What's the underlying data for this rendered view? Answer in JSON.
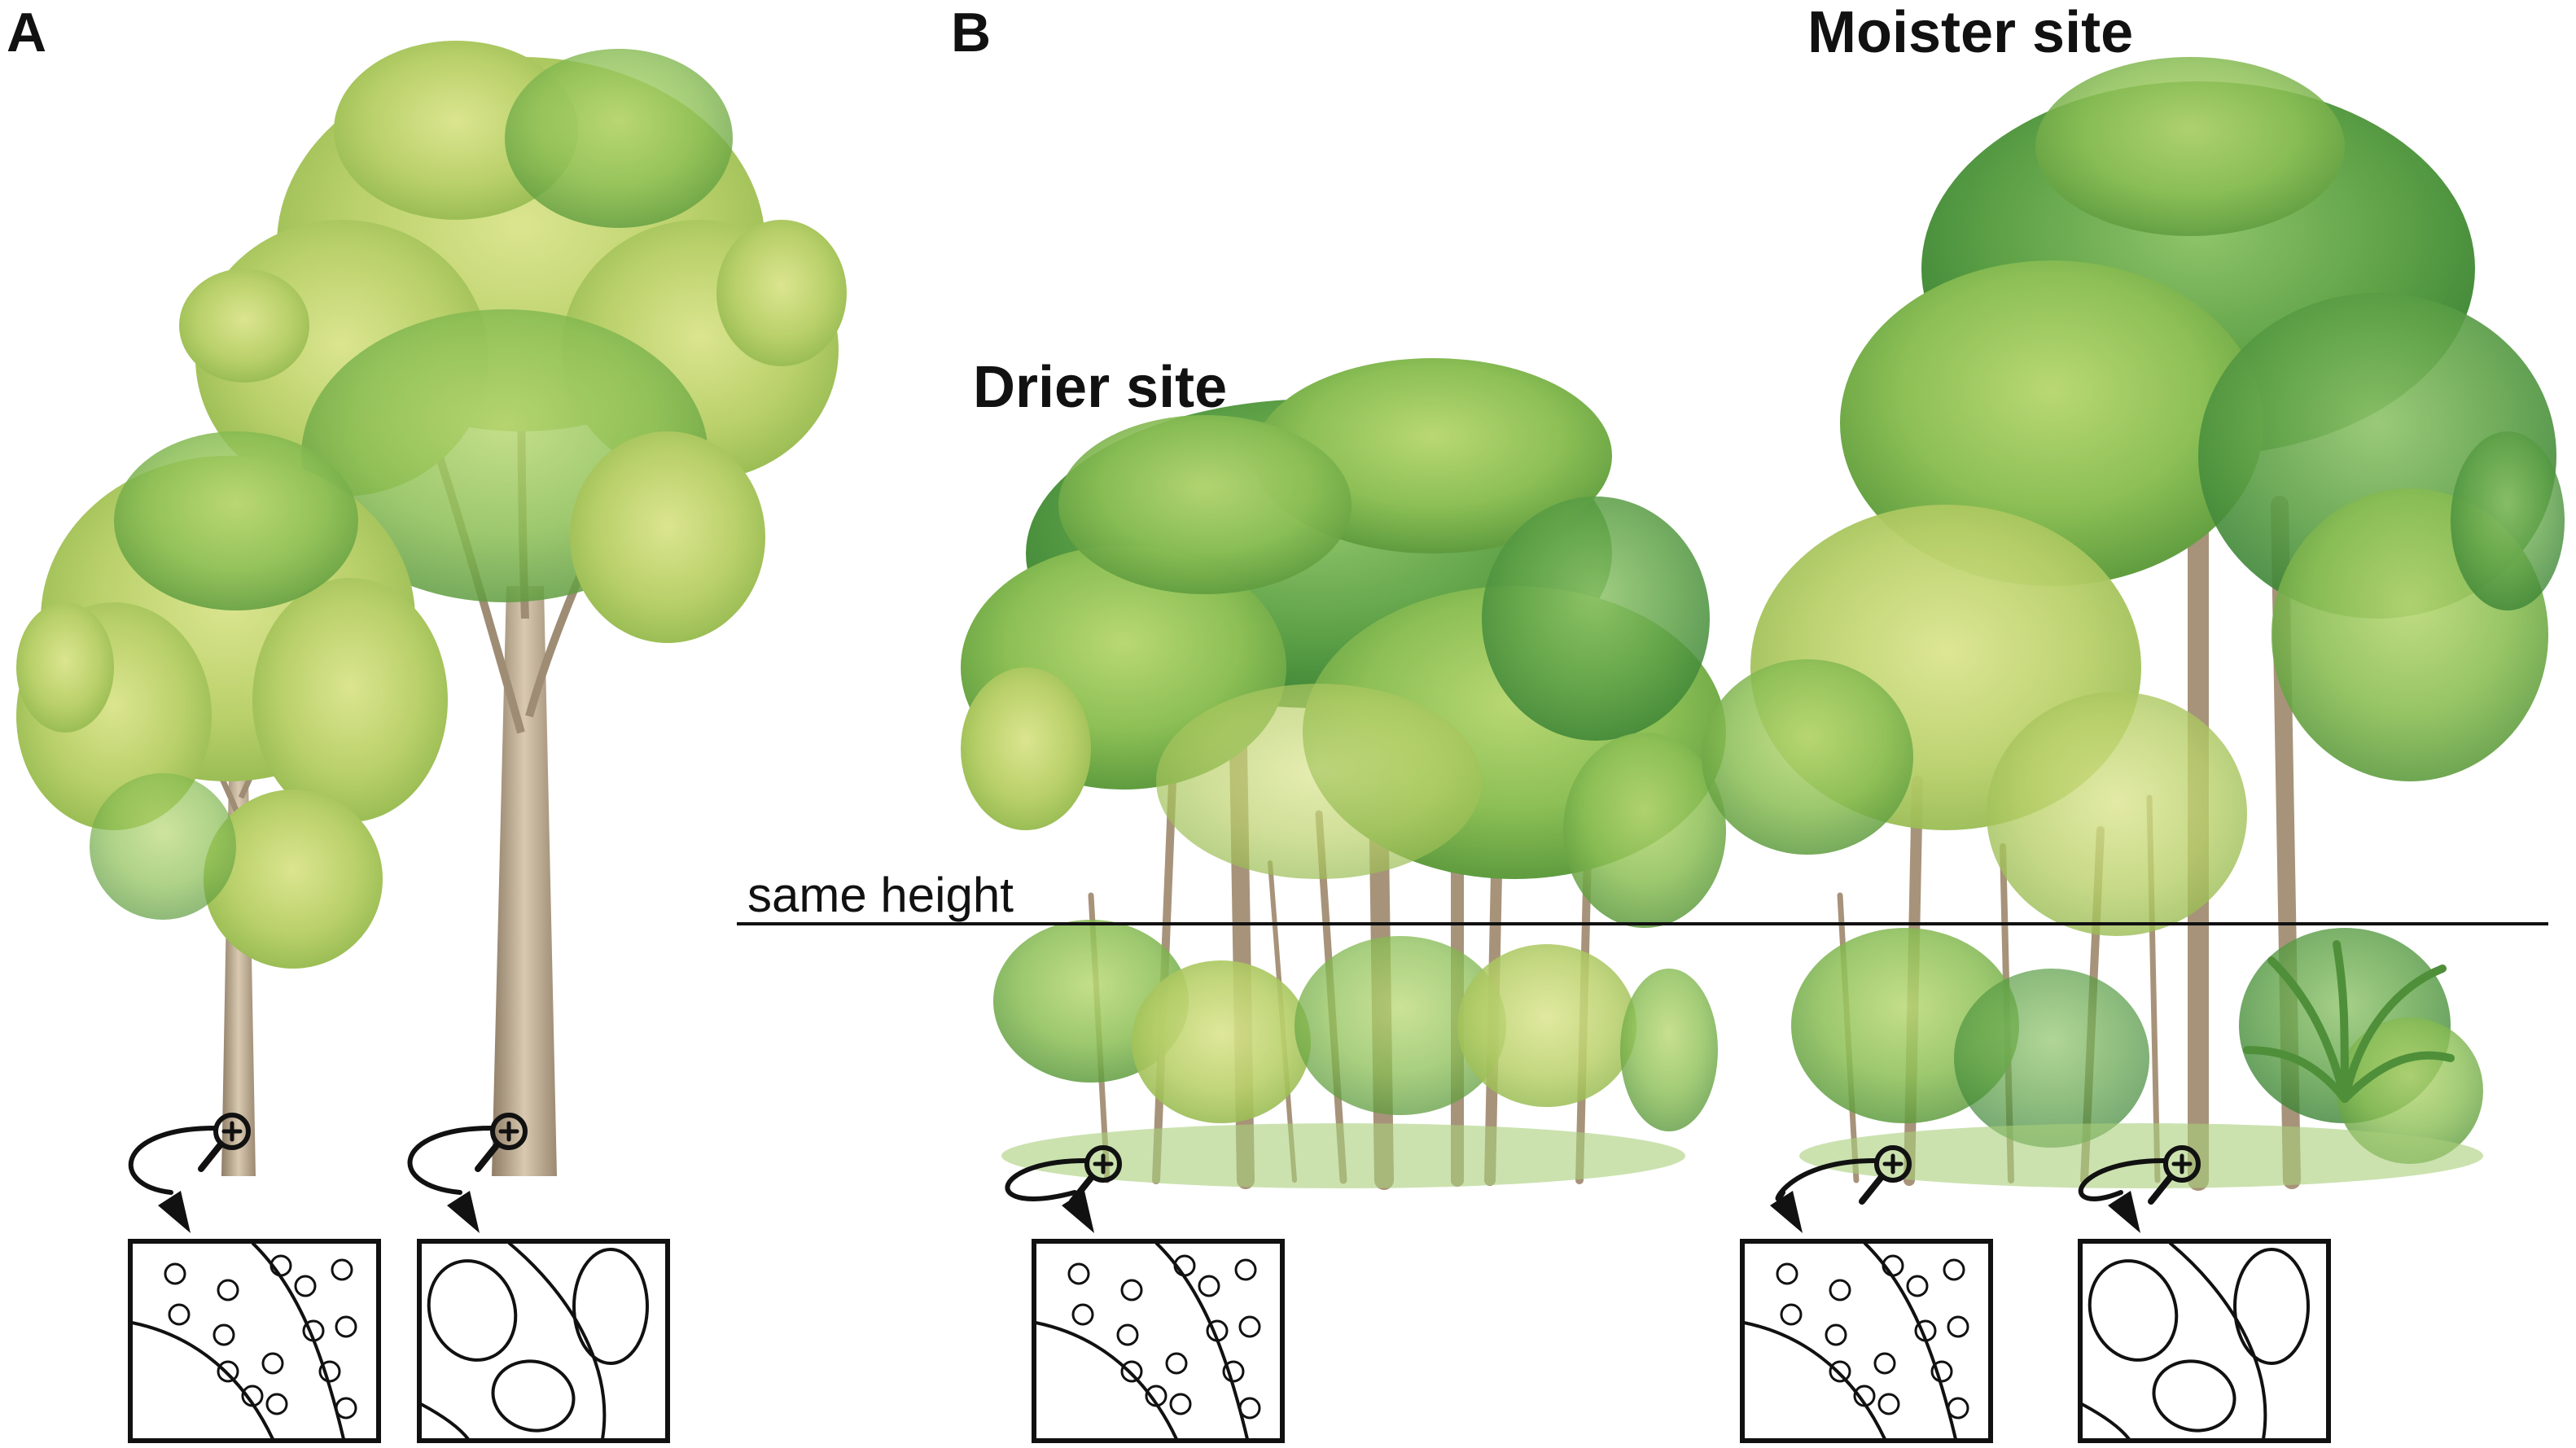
{
  "panel_a": {
    "letter": "A"
  },
  "panel_b": {
    "letter": "B",
    "drier_site_title": "Drier site",
    "moister_site_title": "Moister site",
    "reference_line_label": "same height"
  },
  "colors": {
    "foliage_light": "#c9d97a",
    "foliage_mid": "#9cc25a",
    "foliage_dark": "#5e9d3f",
    "foliage_deep": "#3f8a3a",
    "trunk": "#b7a48c",
    "ink": "#111111"
  },
  "icons": [
    "magnifier-plus-icon",
    "curved-arrow-icon",
    "xylem-vessel-diagram"
  ],
  "insets": [
    {
      "id": "a-small-tree",
      "vessels": "small-many"
    },
    {
      "id": "a-tall-tree",
      "vessels": "large-few"
    },
    {
      "id": "b-drier-site",
      "vessels": "small-many"
    },
    {
      "id": "b-moister-small",
      "vessels": "small-many"
    },
    {
      "id": "b-moister-tall",
      "vessels": "large-few"
    }
  ]
}
